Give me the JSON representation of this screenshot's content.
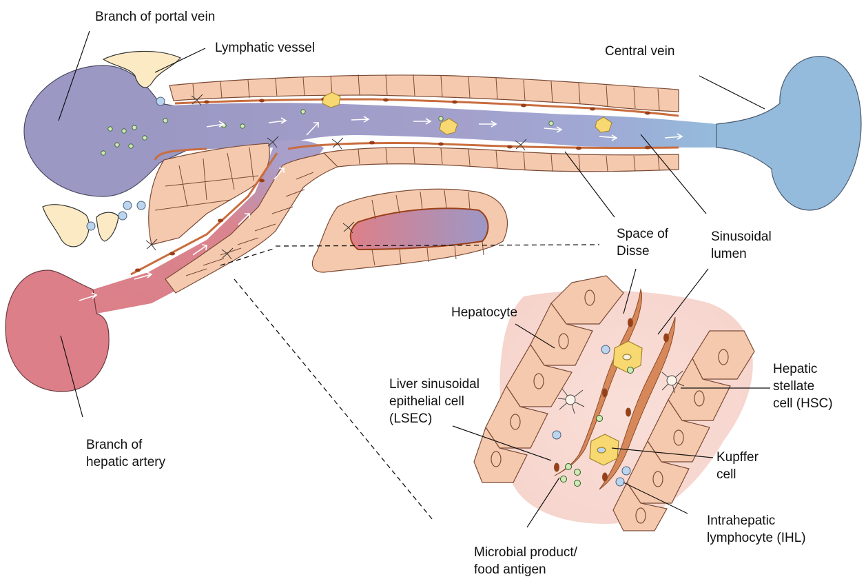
{
  "labels": {
    "portal_vein": "Branch of portal vein",
    "lymphatic_vessel": "Lymphatic vessel",
    "central_vein": "Central vein",
    "space_of_disse": "Space of\nDisse",
    "sinusoidal_lumen": "Sinusoidal\nlumen",
    "hepatocyte": "Hepatocyte",
    "hsc": "Hepatic\nstellate\ncell (HSC)",
    "lsec": "Liver sinusoidal\nepithelial cell\n(LSEC)",
    "kupffer": "Kupffer\ncell",
    "ihl": "Intrahepatic\nlymphocyte (IHL)",
    "microbial": "Microbial product/\nfood antigen",
    "hepatic_artery": "Branch of\nhepatic artery"
  },
  "colors": {
    "portal_blood": "#9b98c4",
    "arterial_blood": "#dc7f88",
    "central_blood": "#94bbdc",
    "hepatocyte_fill": "#f5c9ad",
    "hepatocyte_stroke": "#7a4a35",
    "lsec_fill": "#d7885a",
    "lsec_nucleus": "#9a3f18",
    "lymphatic_fill": "#fbeac3",
    "kupffer_fill": "#f8d870",
    "lymphocyte_fill": "#bcd5ef",
    "antigen_fill": "#cfe9b8",
    "zoom_bg": "#f8dcd6"
  }
}
